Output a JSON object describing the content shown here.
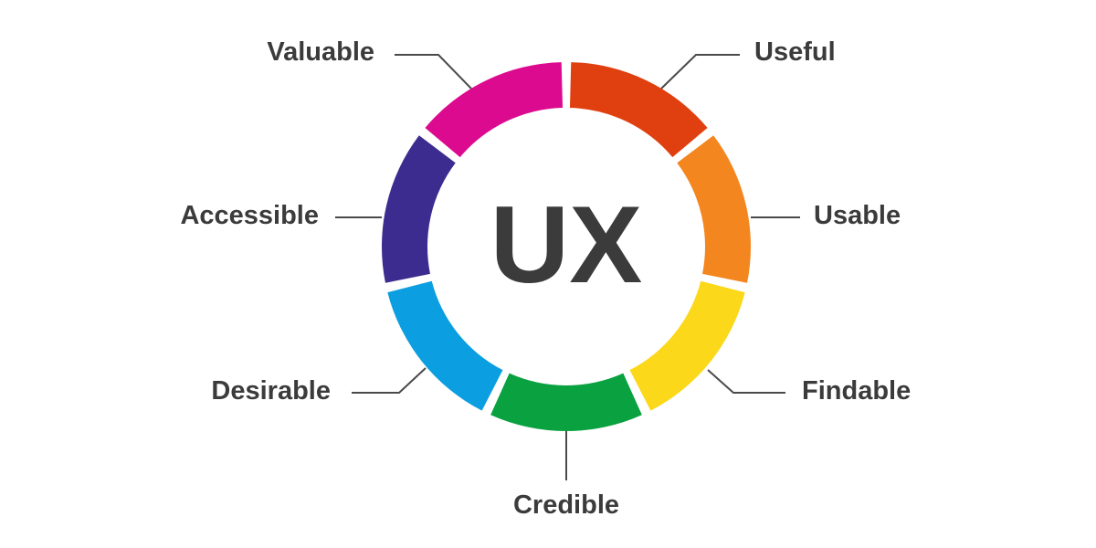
{
  "diagram": {
    "center_label": "UX",
    "text_color": "#3b3b3b",
    "segments": [
      {
        "label": "Useful",
        "color": "#e0400f"
      },
      {
        "label": "Usable",
        "color": "#f3861f"
      },
      {
        "label": "Findable",
        "color": "#fbd81a"
      },
      {
        "label": "Credible",
        "color": "#0aa140"
      },
      {
        "label": "Desirable",
        "color": "#0b9ee0"
      },
      {
        "label": "Accessible",
        "color": "#3d2c8f"
      },
      {
        "label": "Valuable",
        "color": "#dc0a8e"
      }
    ]
  }
}
